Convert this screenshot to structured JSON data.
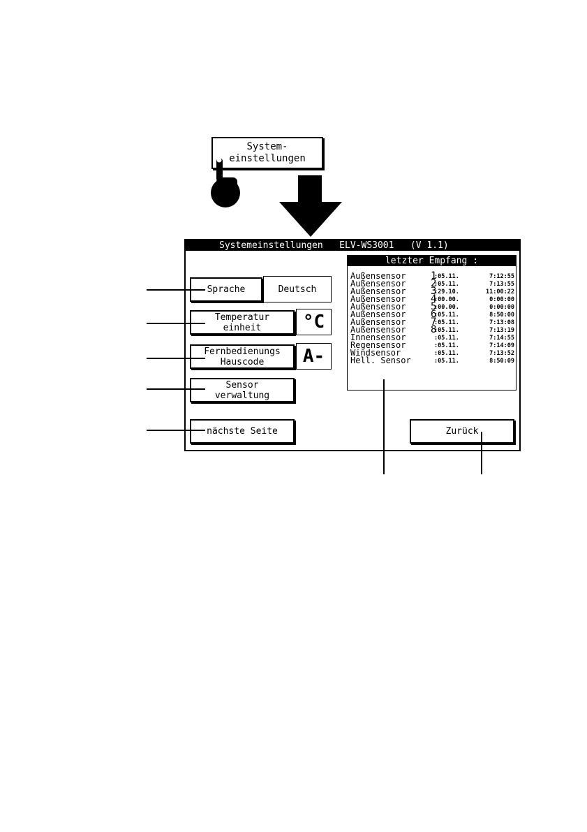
{
  "top_button": {
    "line1": "System-",
    "line2": "einstellungen"
  },
  "display": {
    "title": "Systemeinstellungen   ELV-WS3001   (V 1.1)",
    "language_button": "Sprache",
    "language_value": "Deutsch",
    "temperature_button": {
      "line1": "Temperatur",
      "line2": "einheit"
    },
    "temperature_value": "°C",
    "remote_button": {
      "line1": "Fernbedienungs",
      "line2": "Hauscode"
    },
    "remote_value": "A-",
    "sensor_button": {
      "line1": "Sensor",
      "line2": "verwaltung"
    },
    "next_page_button": "nächste Seite",
    "back_button": "Zurück",
    "sensor_panel": {
      "header": "letzter Empfang :",
      "rows": [
        {
          "name": "Außensensor",
          "num": "1",
          "date": ":05.11.",
          "time": "7:12:55"
        },
        {
          "name": "Außensensor",
          "num": "2",
          "date": ":05.11.",
          "time": "7:13:55"
        },
        {
          "name": "Außensensor",
          "num": "3",
          "date": ":29.10.",
          "time": "11:00:22"
        },
        {
          "name": "Außensensor",
          "num": "4",
          "date": ":00.00.",
          "time": "0:00:00"
        },
        {
          "name": "Außensensor",
          "num": "5",
          "date": ":00.00.",
          "time": "0:00:00"
        },
        {
          "name": "Außensensor",
          "num": "6",
          "date": ":05.11.",
          "time": "8:50:00"
        },
        {
          "name": "Außensensor",
          "num": "7",
          "date": ":05.11.",
          "time": "7:13:08"
        },
        {
          "name": "Außensensor",
          "num": "8",
          "date": ":05.11.",
          "time": "7:13:19"
        },
        {
          "name": "Innensensor",
          "num": "",
          "date": ":05.11.",
          "time": "7:14:55"
        },
        {
          "name": "Regensensor",
          "num": "",
          "date": ":05.11.",
          "time": "7:14:09"
        },
        {
          "name": "Windsensor",
          "num": "",
          "date": ":05.11.",
          "time": "7:13:52"
        },
        {
          "name": "Hell. Sensor",
          "num": "",
          "date": ":05.11.",
          "time": "8:50:09"
        }
      ]
    }
  }
}
